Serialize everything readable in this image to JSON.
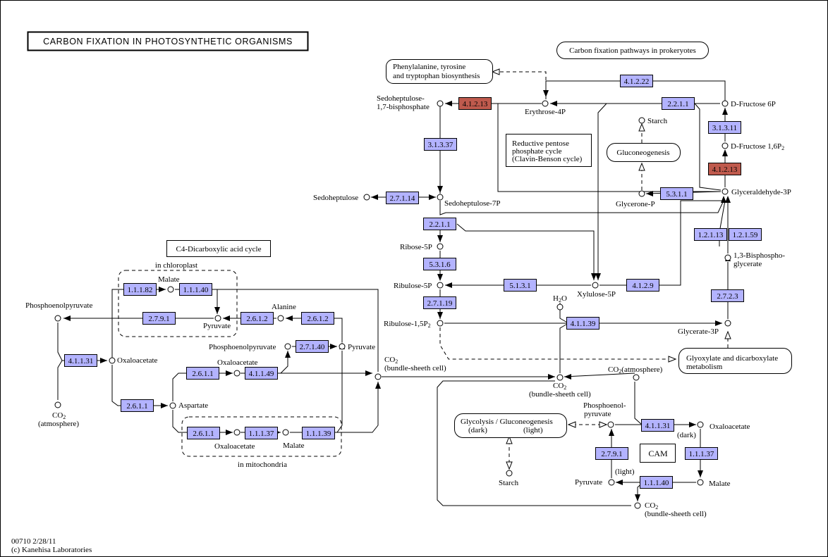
{
  "title": "CARBON FIXATION IN PHOTOSYNTHETIC ORGANISMS",
  "colors": {
    "enzyme_fill": "#b3b3ff",
    "highlight_fill": "#bf5a4d",
    "stroke": "#000000",
    "background": "#ffffff"
  },
  "footer": {
    "id_date": "00710 2/28/11",
    "copyright": "(c) Kanehisa Laboratories"
  },
  "maps": {
    "prokaryotes": "Carbon fixation pathways in prokeryotes",
    "phe_1": "Phenylalanine, tyrosine",
    "phe_2": "and tryptophan biosynthesis",
    "gluconeogenesis": "Gluconeogenesis",
    "glyoxylate_1": "Glyoxylate and dicarboxylate",
    "glyoxylate_2": "metabolism",
    "glycolysis_1": "Glycolysis / Gluconeogenesis",
    "glycolysis_dark": "(dark)",
    "glycolysis_light": "(light)"
  },
  "labels": {
    "reductive_1": "Reductive pentose",
    "reductive_2": "phosphate cycle",
    "reductive_3": "(Clavin-Benson cycle)",
    "c4_cycle": "C4-Dicarboxylic acid cycle",
    "in_chloroplast": "in chloroplast",
    "in_mitochondria": "in mitochondria",
    "cam": "CAM",
    "dark": "(dark)",
    "light": "(light)"
  },
  "compounds": {
    "sbp_1": "Sedoheptulose-",
    "sbp_2": "1,7-bisphosphate",
    "erythrose4p": "Erythrose-4P",
    "fructose6p": "D-Fructose 6P",
    "fructose16p": "D-Fructose 1,6P",
    "fructose16p_sub": "2",
    "starch_top": "Starch",
    "sedoheptulose": "Sedoheptulose",
    "sedoheptulose7p": "Sedoheptulose-7P",
    "glycerone_p": "Glycerone-P",
    "gap": "Glyceraldehyde-3P",
    "ribose5p": "Ribose-5P",
    "bpg_1": "1,3-Bisphospho-",
    "bpg_2": "glycerate",
    "ribulose5p": "Ribulose-5P",
    "xylulose5p": "Xylulose-5P",
    "h2o_h": "H",
    "h2o_sub": "2",
    "h2o_o": "O",
    "rubp": "Ribulose-1,5P",
    "rubp_sub": "2",
    "glycerate3p": "Glycerate-3P",
    "malate_chl": "Malate",
    "pyruvate_chl": "Pyruvate",
    "alanine": "Alanine",
    "pep_left": "Phosphoenolpyruvate",
    "oxaloacetate_left": "Oxaloacetate",
    "co2_atm_left_1": "CO",
    "co2_atm_left_sub": "2",
    "co2_atm_left_2": "(atmosphere)",
    "aspartate": "Aspartate",
    "pep_mid": "Phosphoenolpyruvate",
    "pyruvate_mid": "Pyruvate",
    "oxaloacetate_mid": "Oxaloacetate",
    "co2_bs_1": "CO",
    "co2_bs_sub": "2",
    "co2_bs_2": "(bundle-sheeth cell)",
    "oxaloacetate_mito": "Oxaloacetate",
    "malate_mito": "Malate",
    "co2_atm_right_1": "CO",
    "co2_atm_right_sub": "2",
    "co2_atm_right_2": "(atmosphere)",
    "co2_bs_mid_1": "CO",
    "co2_bs_mid_sub": "2",
    "co2_bs_mid_2": "(bundle-sheeth cell)",
    "pep_cam_1": "Phosphoenol-",
    "pep_cam_2": "pyruvate",
    "oxaloacetate_cam": "Oxaloacetate",
    "starch_bottom": "Starch",
    "pyruvate_cam": "Pyruvate",
    "malate_cam": "Malate",
    "co2_bs_bottom_1": "CO",
    "co2_bs_bottom_sub": "2",
    "co2_bs_bottom_2": "(bundle-sheeth cell)"
  },
  "enzymes": {
    "e_4_1_2_22": "4.1.2.22",
    "e_4_1_2_13_top": "4.1.2.13",
    "e_2_2_1_1_top": "2.2.1.1",
    "e_3_1_3_11": "3.1.3.11",
    "e_3_1_3_37": "3.1.3.37",
    "e_4_1_2_13_right": "4.1.2.13",
    "e_2_7_1_14": "2.7.1.14",
    "e_5_3_1_1": "5.3.1.1",
    "e_2_2_1_1_mid": "2.2.1.1",
    "e_1_2_1_13": "1.2.1.13",
    "e_1_2_1_59": "1.2.1.59",
    "e_5_3_1_6": "5.3.1.6",
    "e_5_1_3_1": "5.1.3.1",
    "e_4_1_2_9": "4.1.2.9",
    "e_2_7_2_3": "2.7.2.3",
    "e_2_7_1_19": "2.7.1.19",
    "e_4_1_1_39": "4.1.1.39",
    "e_1_1_1_82": "1.1.1.82",
    "e_1_1_1_40_chl": "1.1.1.40",
    "e_2_7_9_1_left": "2.7.9.1",
    "e_2_6_1_2_a": "2.6.1.2",
    "e_2_6_1_2_b": "2.6.1.2",
    "e_2_7_1_40": "2.7.1.40",
    "e_4_1_1_31_left": "4.1.1.31",
    "e_2_6_1_1_mid": "2.6.1.1",
    "e_4_1_1_49": "4.1.1.49",
    "e_2_6_1_1_left": "2.6.1.1",
    "e_2_6_1_1_mito": "2.6.1.1",
    "e_1_1_1_37_mito": "1.1.1.37",
    "e_1_1_1_39": "1.1.1.39",
    "e_4_1_1_31_right": "4.1.1.31",
    "e_1_1_1_37_cam": "1.1.1.37",
    "e_2_7_9_1_right": "2.7.9.1",
    "e_1_1_1_40_cam": "1.1.1.40"
  }
}
